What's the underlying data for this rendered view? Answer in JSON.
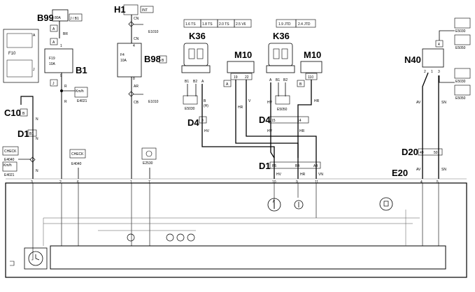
{
  "components": {
    "B99": {
      "label": "B99",
      "fuse": "80A",
      "ref": "J / B1",
      "loc": "A"
    },
    "H1": {
      "label": "H1",
      "ref": "INT"
    },
    "B1": {
      "label": "B1",
      "fuse_name": "F19",
      "fuse_rating": "10A",
      "pin_top": "1",
      "pin_bottom": "9",
      "loc_top": "A",
      "loc_bottom": "J"
    },
    "B98": {
      "label": "B98",
      "fuse_name": "F4",
      "fuse_rating": "10A",
      "pin_top": "4",
      "pin_bottom": "8",
      "loc": "B"
    },
    "F10": {
      "label": "F10",
      "a": "A",
      "j": "J"
    },
    "C10": {
      "label": "C10",
      "loc": "B"
    },
    "D1_left": {
      "label": "D1",
      "pin": "B1"
    },
    "D1_right": {
      "label": "D1",
      "pins": [
        "B5",
        "B4",
        "A4"
      ]
    },
    "D4_left": {
      "label": "D4",
      "pin": "3"
    },
    "D4_right": {
      "label": "D4",
      "pins": [
        "15",
        "14"
      ]
    },
    "D20": {
      "label": "D20",
      "pins": [
        "49",
        "50"
      ]
    },
    "K36_left": {
      "label": "K36",
      "pins": [
        "B1",
        "B2",
        "A"
      ]
    },
    "K36_right": {
      "label": "K36",
      "pins": [
        "A",
        "B1",
        "B2"
      ]
    },
    "M10_left": {
      "label": "M10",
      "pins": [
        "19",
        "22"
      ],
      "loc": "A"
    },
    "M10_right": {
      "label": "M10",
      "pins": [
        "110"
      ],
      "loc": "B"
    },
    "N40": {
      "label": "N40",
      "pins": [
        "2",
        "1",
        "3",
        "4"
      ]
    },
    "E20": {
      "label": "E20",
      "pins": [
        "3",
        "2",
        "6",
        "1",
        "7",
        "10",
        "9",
        "11",
        "4",
        "5"
      ]
    }
  },
  "engine_variants": {
    "left": [
      "1.6 TS",
      "1.8 TS",
      "2.0 TS",
      "2.5 V6"
    ],
    "right": [
      "1.9 JTD",
      "2.4 JTD"
    ]
  },
  "wire_colors": {
    "BR": "BR",
    "R": "R",
    "N": "N",
    "CN": "CN",
    "AR": "AR",
    "CB": "CB",
    "B": "B",
    "H": "(H)",
    "HV": "HV",
    "V": "V",
    "HR": "HR",
    "VN": "VN",
    "AV": "AV",
    "SN": "SN"
  },
  "references": {
    "E1010_a": "E1010",
    "E1010_b": "E1010",
    "E4021_top": "E4021",
    "E4021_bot": "E4021",
    "E4040_a": "E4040",
    "E4040_b": "E4040",
    "E2530": "E2530",
    "E5030_a": "E5030",
    "E5050_a": "E5050",
    "E5030_b": "E5030",
    "E5050_b": "E5050",
    "E5030_k": "E5030",
    "E5050_k": "E5050",
    "check_a": "CHECK",
    "check_b": "CHECK",
    "kmh_a": "Km/h",
    "kmh_b": "Km/h"
  }
}
